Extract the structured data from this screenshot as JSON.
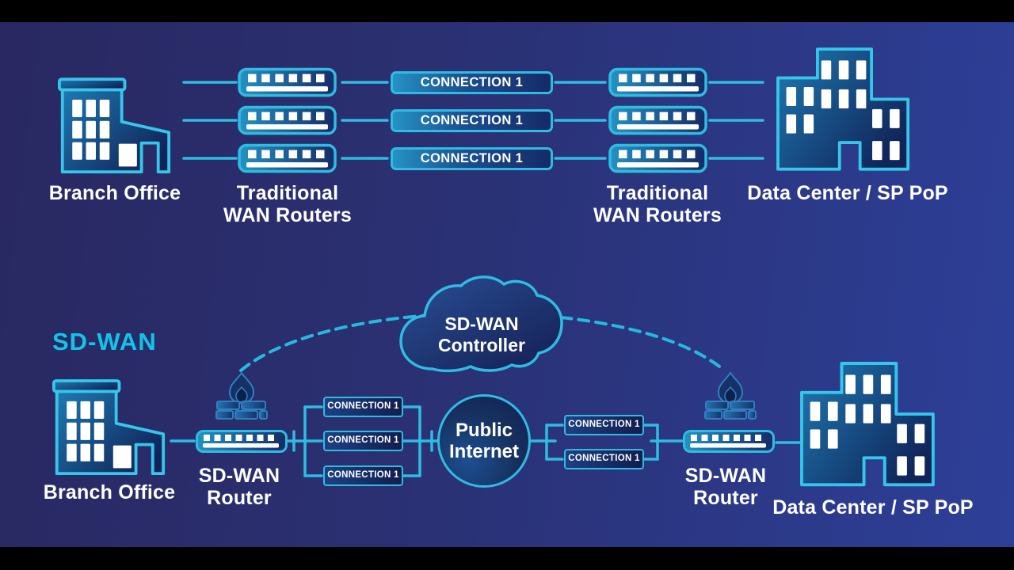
{
  "top": {
    "branch_office": "Branch Office",
    "routers_left": {
      "line1": "Traditional",
      "line2": "WAN Routers"
    },
    "routers_right": {
      "line1": "Traditional",
      "line2": "WAN Routers"
    },
    "connections": [
      "CONNECTION 1",
      "CONNECTION 1",
      "CONNECTION 1"
    ],
    "data_center": "Data Center / SP PoP"
  },
  "bottom": {
    "title": "SD-WAN",
    "branch_office": "Branch Office",
    "controller": {
      "line1": "SD-WAN",
      "line2": "Controller"
    },
    "router_left": {
      "line1": "SD-WAN",
      "line2": "Router"
    },
    "router_right": {
      "line1": "SD-WAN",
      "line2": "Router"
    },
    "internet": {
      "line1": "Public",
      "line2": "Internet"
    },
    "connections_left": [
      "CONNECTION 1",
      "CONNECTION 1",
      "CONNECTION 1"
    ],
    "connections_right": [
      "CONNECTION 1",
      "CONNECTION 1"
    ],
    "data_center": "Data Center / SP PoP"
  },
  "colors": {
    "background_left": "#292861",
    "background_right": "#2d3f98",
    "accent_cyan": "#2fbce1",
    "title_cyan": "#10c5e9",
    "text_white": "#ffffff",
    "letterbox_black": "#000000"
  }
}
